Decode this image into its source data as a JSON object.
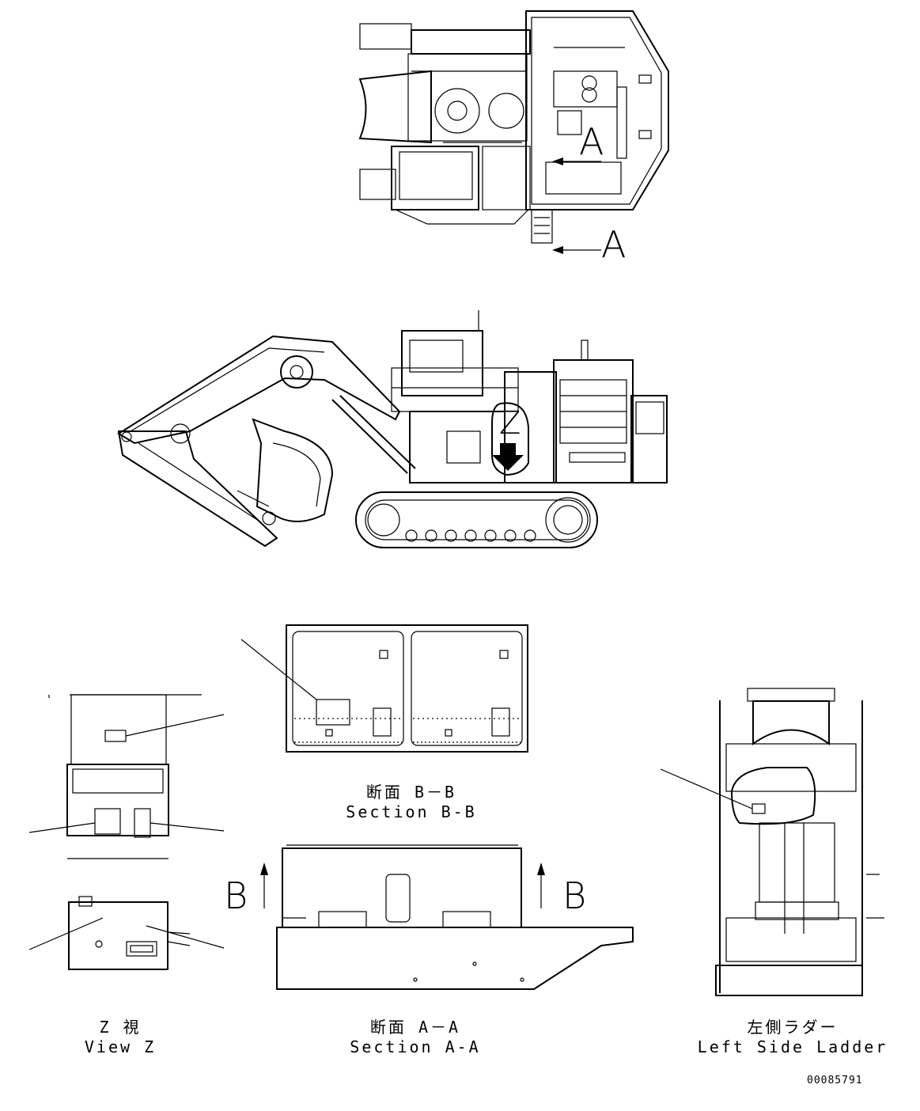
{
  "marks": {
    "arrow_a_top": "A",
    "arrow_a_bottom": "A",
    "view_z": "Z",
    "arrow_b_left": "B",
    "arrow_b_right": "B"
  },
  "captions": {
    "section_bb": {
      "jp": "断面 B－B",
      "en": "Section B-B"
    },
    "view_z": {
      "jp": "Z 視",
      "en": "View Z"
    },
    "section_aa": {
      "jp": "断面 A－A",
      "en": "Section A-A"
    },
    "left_ladder": {
      "jp": "左側ラダー",
      "en": "Left Side Ladder"
    }
  },
  "part_number": "00085791"
}
